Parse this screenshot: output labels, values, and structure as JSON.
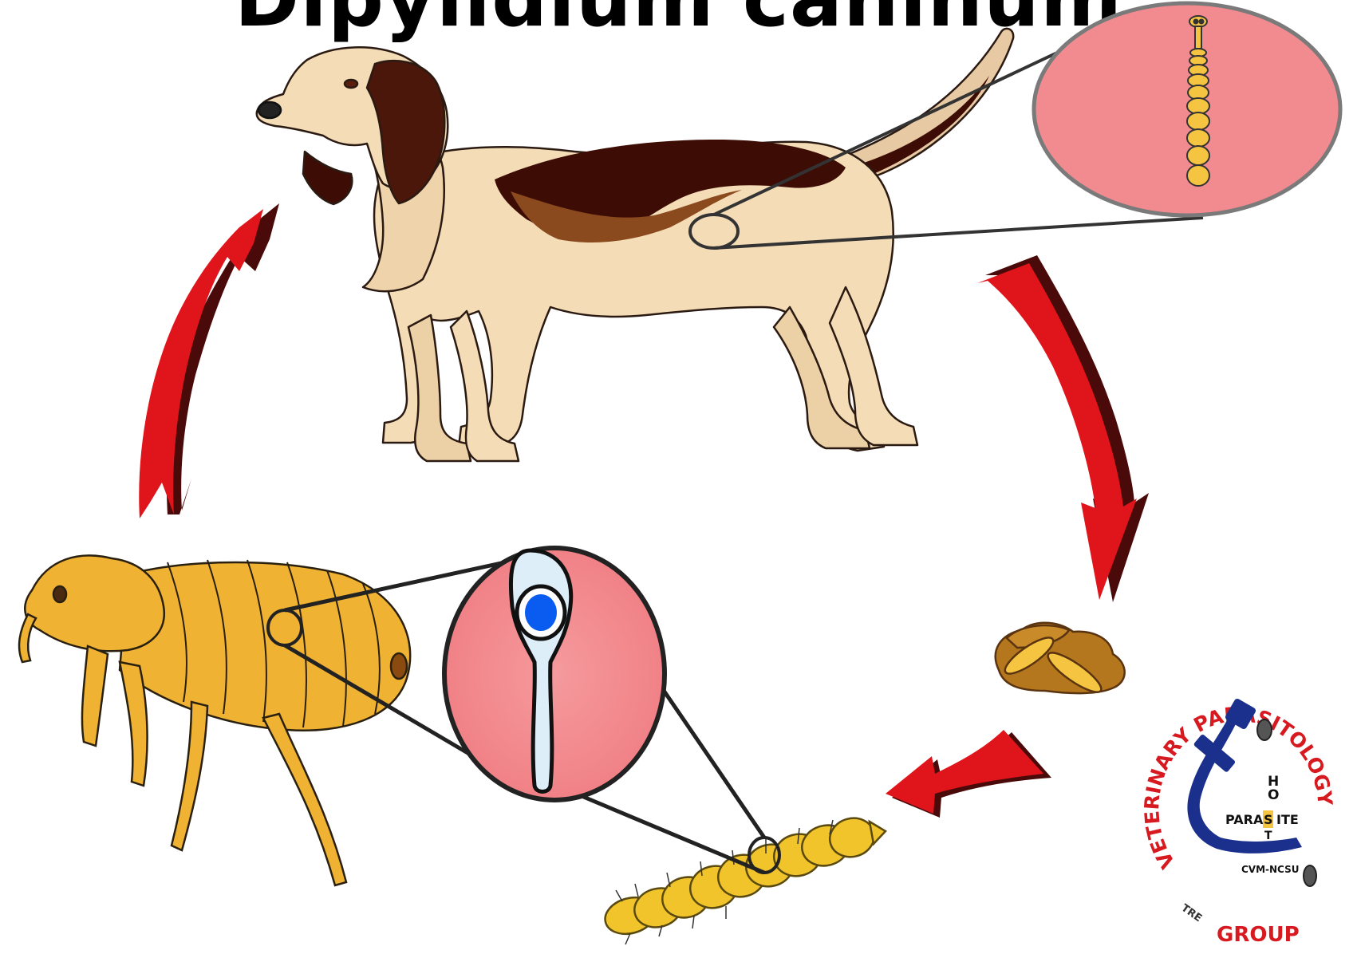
{
  "title": "Dipylidium caninum",
  "logo": {
    "ring_top": "VETERINARY PARASITOLOGY",
    "ring_bottom": "GROUP",
    "fragment": "TRE",
    "host": "HOST",
    "para": "PARA",
    "site": "SITE",
    "school": "CVM-NCSU"
  },
  "colors": {
    "arrow": "#e0141b",
    "arrow_shadow": "#4a0a0a",
    "tissue": "#f28b8f",
    "segment": "#f5c542",
    "insect": "#f0b232",
    "dog_coat": "#f3dcb6",
    "dog_saddle": "#3d0d05",
    "onchosphere_blue": "#0a5cf0",
    "logo_red": "#d71a20",
    "logo_blue": "#1b2f8c"
  }
}
